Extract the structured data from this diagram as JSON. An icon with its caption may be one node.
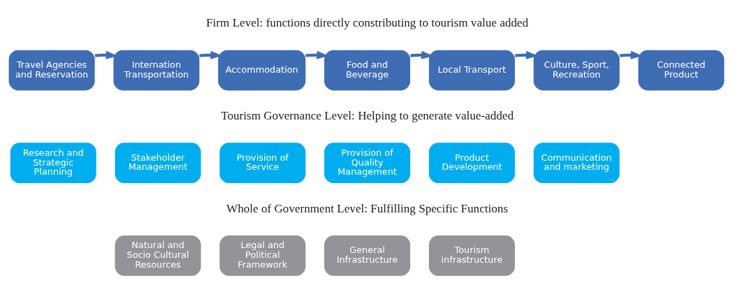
{
  "diagram": {
    "nodes": [
      {
        "text": [
          "Travel Agencies and Reservation"
        ]
      },
      {
        "text": [
          "Internation Transportation"
        ]
      },
      {
        "text": [
          "Accommodation"
        ]
      },
      {
        "text": [
          "Food and Beverage"
        ]
      },
      {
        "text": [
          "Local Transport"
        ]
      },
      {
        "text": [
          "Culture, Sport, Recreation"
        ]
      },
      {
        "text": [
          "Connected Product"
        ]
      },
      {
        "text": [
          "Research and Strategic Planning"
        ]
      },
      {
        "text": [
          "Stakeholder Management"
        ]
      },
      {
        "text": [
          "Provision of Service"
        ]
      },
      {
        "text": [
          "Provision of Quality Management"
        ]
      },
      {
        "text": [
          "Product Development"
        ]
      },
      {
        "text": [
          "Communication and marketing"
        ]
      },
      {
        "text": [
          "Natural and Socio Cultural Resources"
        ]
      },
      {
        "text": [
          "Legal and Political Framework"
        ]
      },
      {
        "text": [
          "General Infrastructure"
        ]
      },
      {
        "text": [
          "Tourism infrastructure"
        ]
      }
    ],
    "edges": [
      {
        "from": 0,
        "to": 1,
        "arrow": "to"
      },
      {
        "from": 1,
        "to": 2,
        "arrow": "to"
      },
      {
        "from": 2,
        "to": 3,
        "arrow": "to"
      },
      {
        "from": 3,
        "to": 4,
        "arrow": "to"
      },
      {
        "from": 4,
        "to": 5,
        "arrow": "to"
      },
      {
        "from": 5,
        "to": 6,
        "arrow": "to"
      }
    ],
    "labels": [
      "Firm Level: functions directly constributing to tourism value added",
      "Tourism Governance Level: Helping to generate value-added",
      "Whole of Government Level: Fulfilling Specific Functions"
    ]
  }
}
